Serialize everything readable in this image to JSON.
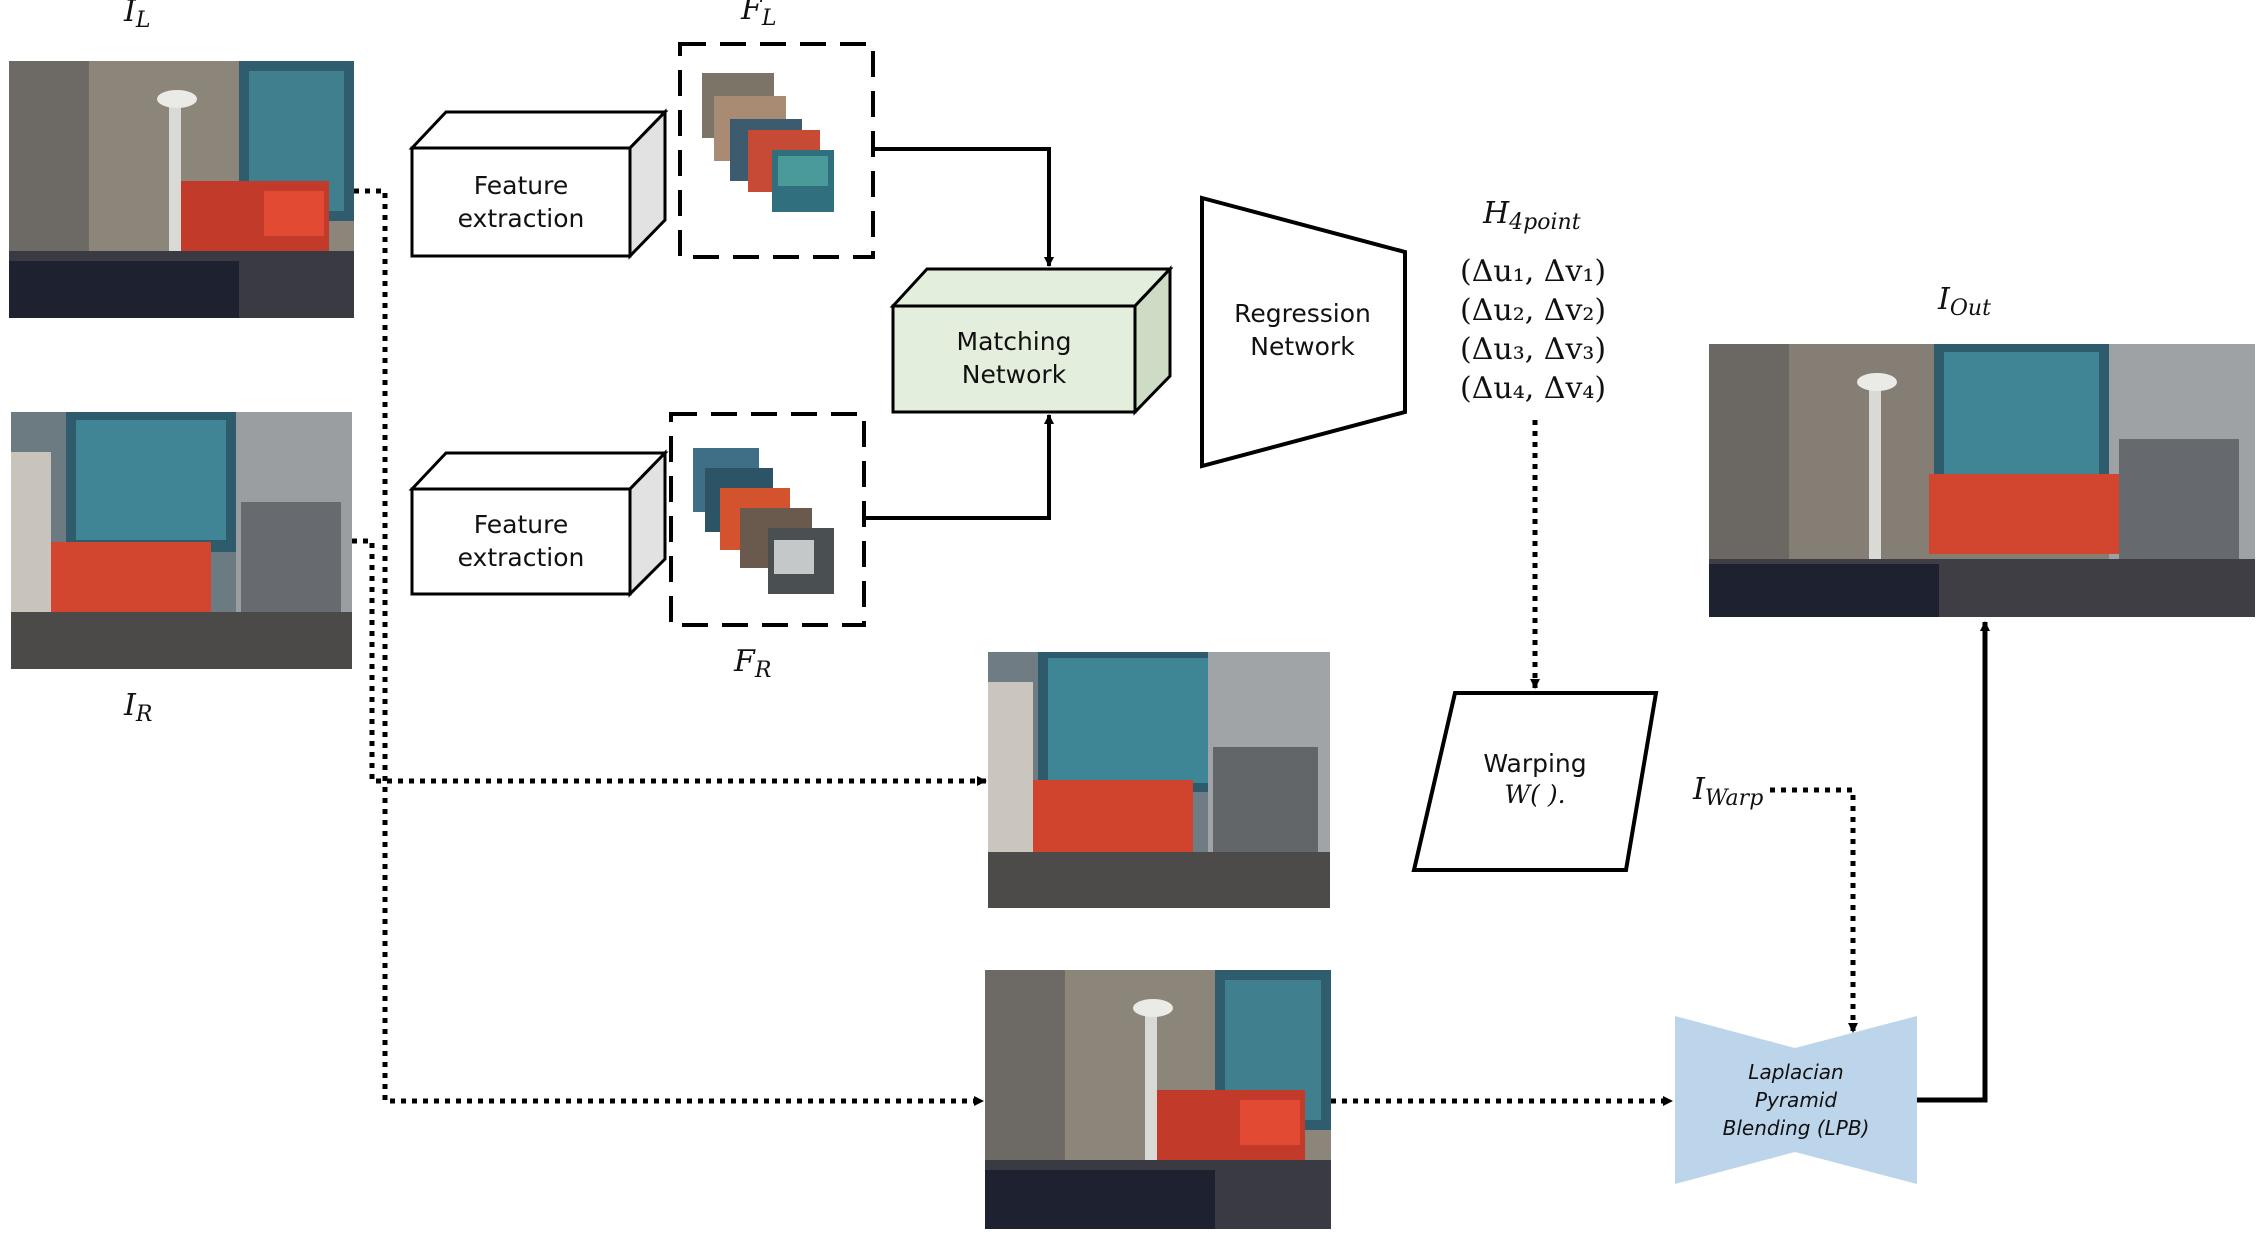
{
  "labels": {
    "i_left": {
      "base": "I",
      "sub": "L"
    },
    "i_right": {
      "base": "I",
      "sub": "R"
    },
    "f_left": {
      "base": "F",
      "sub": "L"
    },
    "f_right": {
      "base": "F",
      "sub": "R"
    },
    "h4point": {
      "base": "H",
      "sub": "4point"
    },
    "i_out": {
      "base": "I",
      "sub": "Out"
    },
    "i_warp": {
      "base": "I",
      "sub": "Warp"
    }
  },
  "blocks": {
    "feature_extraction_top": [
      "Feature",
      "extraction"
    ],
    "feature_extraction_bottom": [
      "Feature",
      "extraction"
    ],
    "matching_network": [
      "Matching",
      "Network"
    ],
    "regression_network": [
      "Regression",
      "Network"
    ],
    "warping": [
      "Warping",
      "W(   )."
    ],
    "lpb": [
      "Laplacian",
      "Pyramid",
      "Blending (LPB)"
    ]
  },
  "h4point_values": [
    "(Δu₁, Δv₁)",
    "(Δu₂, Δv₂)",
    "(Δu₃, Δv₃)",
    "(Δu₄, Δv₄)"
  ],
  "images": {
    "left": "street scene with lamp post (left view)",
    "right": "street scene with glass building (right view)",
    "warped": "warped right image",
    "left_copy": "left image",
    "output": "stitched panorama output"
  },
  "colors": {
    "matching_fill": "#e4eedd",
    "lpb_fill": "#bdd5ea",
    "box_fill": "#ffffff",
    "box_side": "#e2e2e2",
    "line": "#000000"
  }
}
